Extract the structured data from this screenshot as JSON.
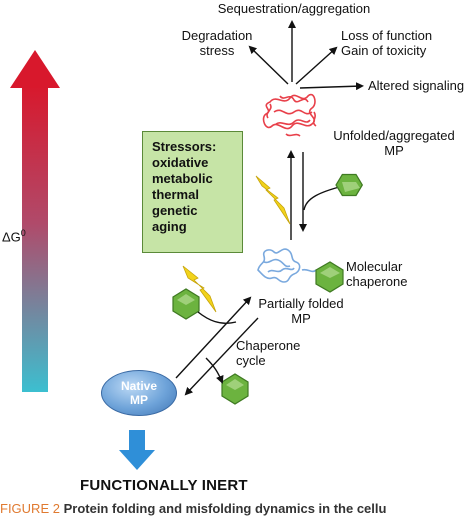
{
  "diagram": {
    "outcomes": {
      "sequestration": "Sequestration/aggregation",
      "degradation_line1": "Degradation",
      "degradation_line2": "stress",
      "loss_line1": "Loss of function",
      "loss_line2": "Gain of toxicity",
      "altered": "Altered signaling"
    },
    "unfolded_line1": "Unfolded/aggregated",
    "unfolded_line2": "MP",
    "stressors": {
      "title": "Stressors:",
      "items": [
        "oxidative",
        "metabolic",
        "thermal",
        "genetic",
        "aging"
      ]
    },
    "chaperone_line1": "Molecular",
    "chaperone_line2": "chaperone",
    "partial_line1": "Partially folded",
    "partial_line2": "MP",
    "cycle_line1": "Chaperone",
    "cycle_line2": "cycle",
    "native_line1": "Native",
    "native_line2": "MP",
    "energy_axis_label": "ΔG",
    "energy_axis_sup": "0",
    "bottom_label": "FUNCTIONALLY INERT",
    "caption_prefix": "FIGURE 2",
    "caption_text": "Protein folding and misfolding dynamics in the cellu"
  },
  "colors": {
    "arrow_top": "#d8182c",
    "arrow_bottom": "#3cbfd0",
    "box_fill": "#c6e4a6",
    "hexagon": "#6cb33f",
    "bolt": "#f2d31b",
    "unfolded": "#e8404a",
    "partial": "#7aa9de",
    "native": "#5b93d0",
    "down_arrow": "#2f8fd8",
    "caption": "#e07a30"
  }
}
